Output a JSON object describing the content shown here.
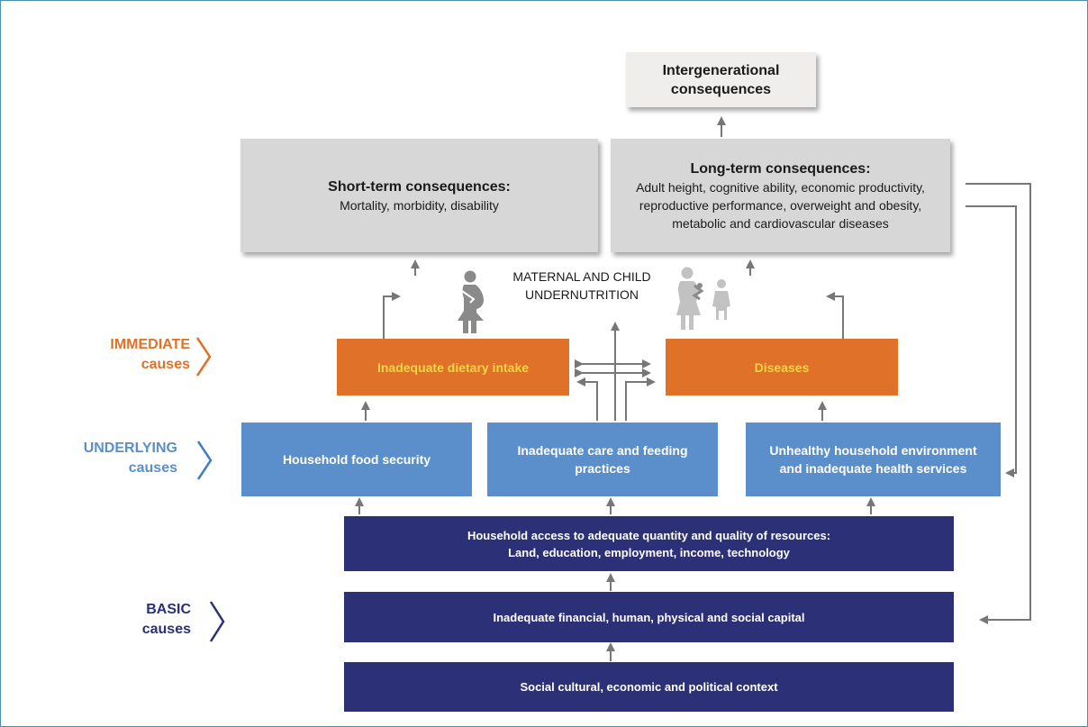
{
  "consequences": {
    "intergenerational": "Intergenerational consequences",
    "short_term_title": "Short-term consequences:",
    "short_term_text": "Mortality, morbidity, disability",
    "long_term_title": "Long-term consequences:",
    "long_term_text": "Adult height, cognitive ability, economic productivity, reproductive performance, overweight and obesity, metabolic and cardiovascular diseases"
  },
  "center_label": "MATERNAL AND CHILD UNDERNUTRITION",
  "immediate": {
    "label_top": "IMMEDIATE",
    "label_bottom": "causes",
    "dietary": "Inadequate dietary intake",
    "diseases": "Diseases"
  },
  "underlying": {
    "label_top": "UNDERLYING",
    "label_bottom": "causes",
    "food_security": "Household food security",
    "care_feeding": "Inadequate care and feeding practices",
    "environment": "Unhealthy household environment and inadequate health services"
  },
  "basic": {
    "label_top": "BASIC",
    "label_bottom": "causes",
    "access_line1": "Household access to adequate quantity and quality of resources:",
    "access_line2": "Land, education, employment, income, technology",
    "capital": "Inadequate financial, human, physical and social capital",
    "context": "Social cultural, economic and political context"
  },
  "colors": {
    "immediate": "#e07128",
    "immediate_text": "#f7d448",
    "underlying": "#5a8fcb",
    "basic": "#2b3077",
    "frame": "#4a8fb0",
    "arrow": "#777777"
  },
  "icons": [
    "pregnant-woman-icon",
    "mother-child-icon"
  ]
}
